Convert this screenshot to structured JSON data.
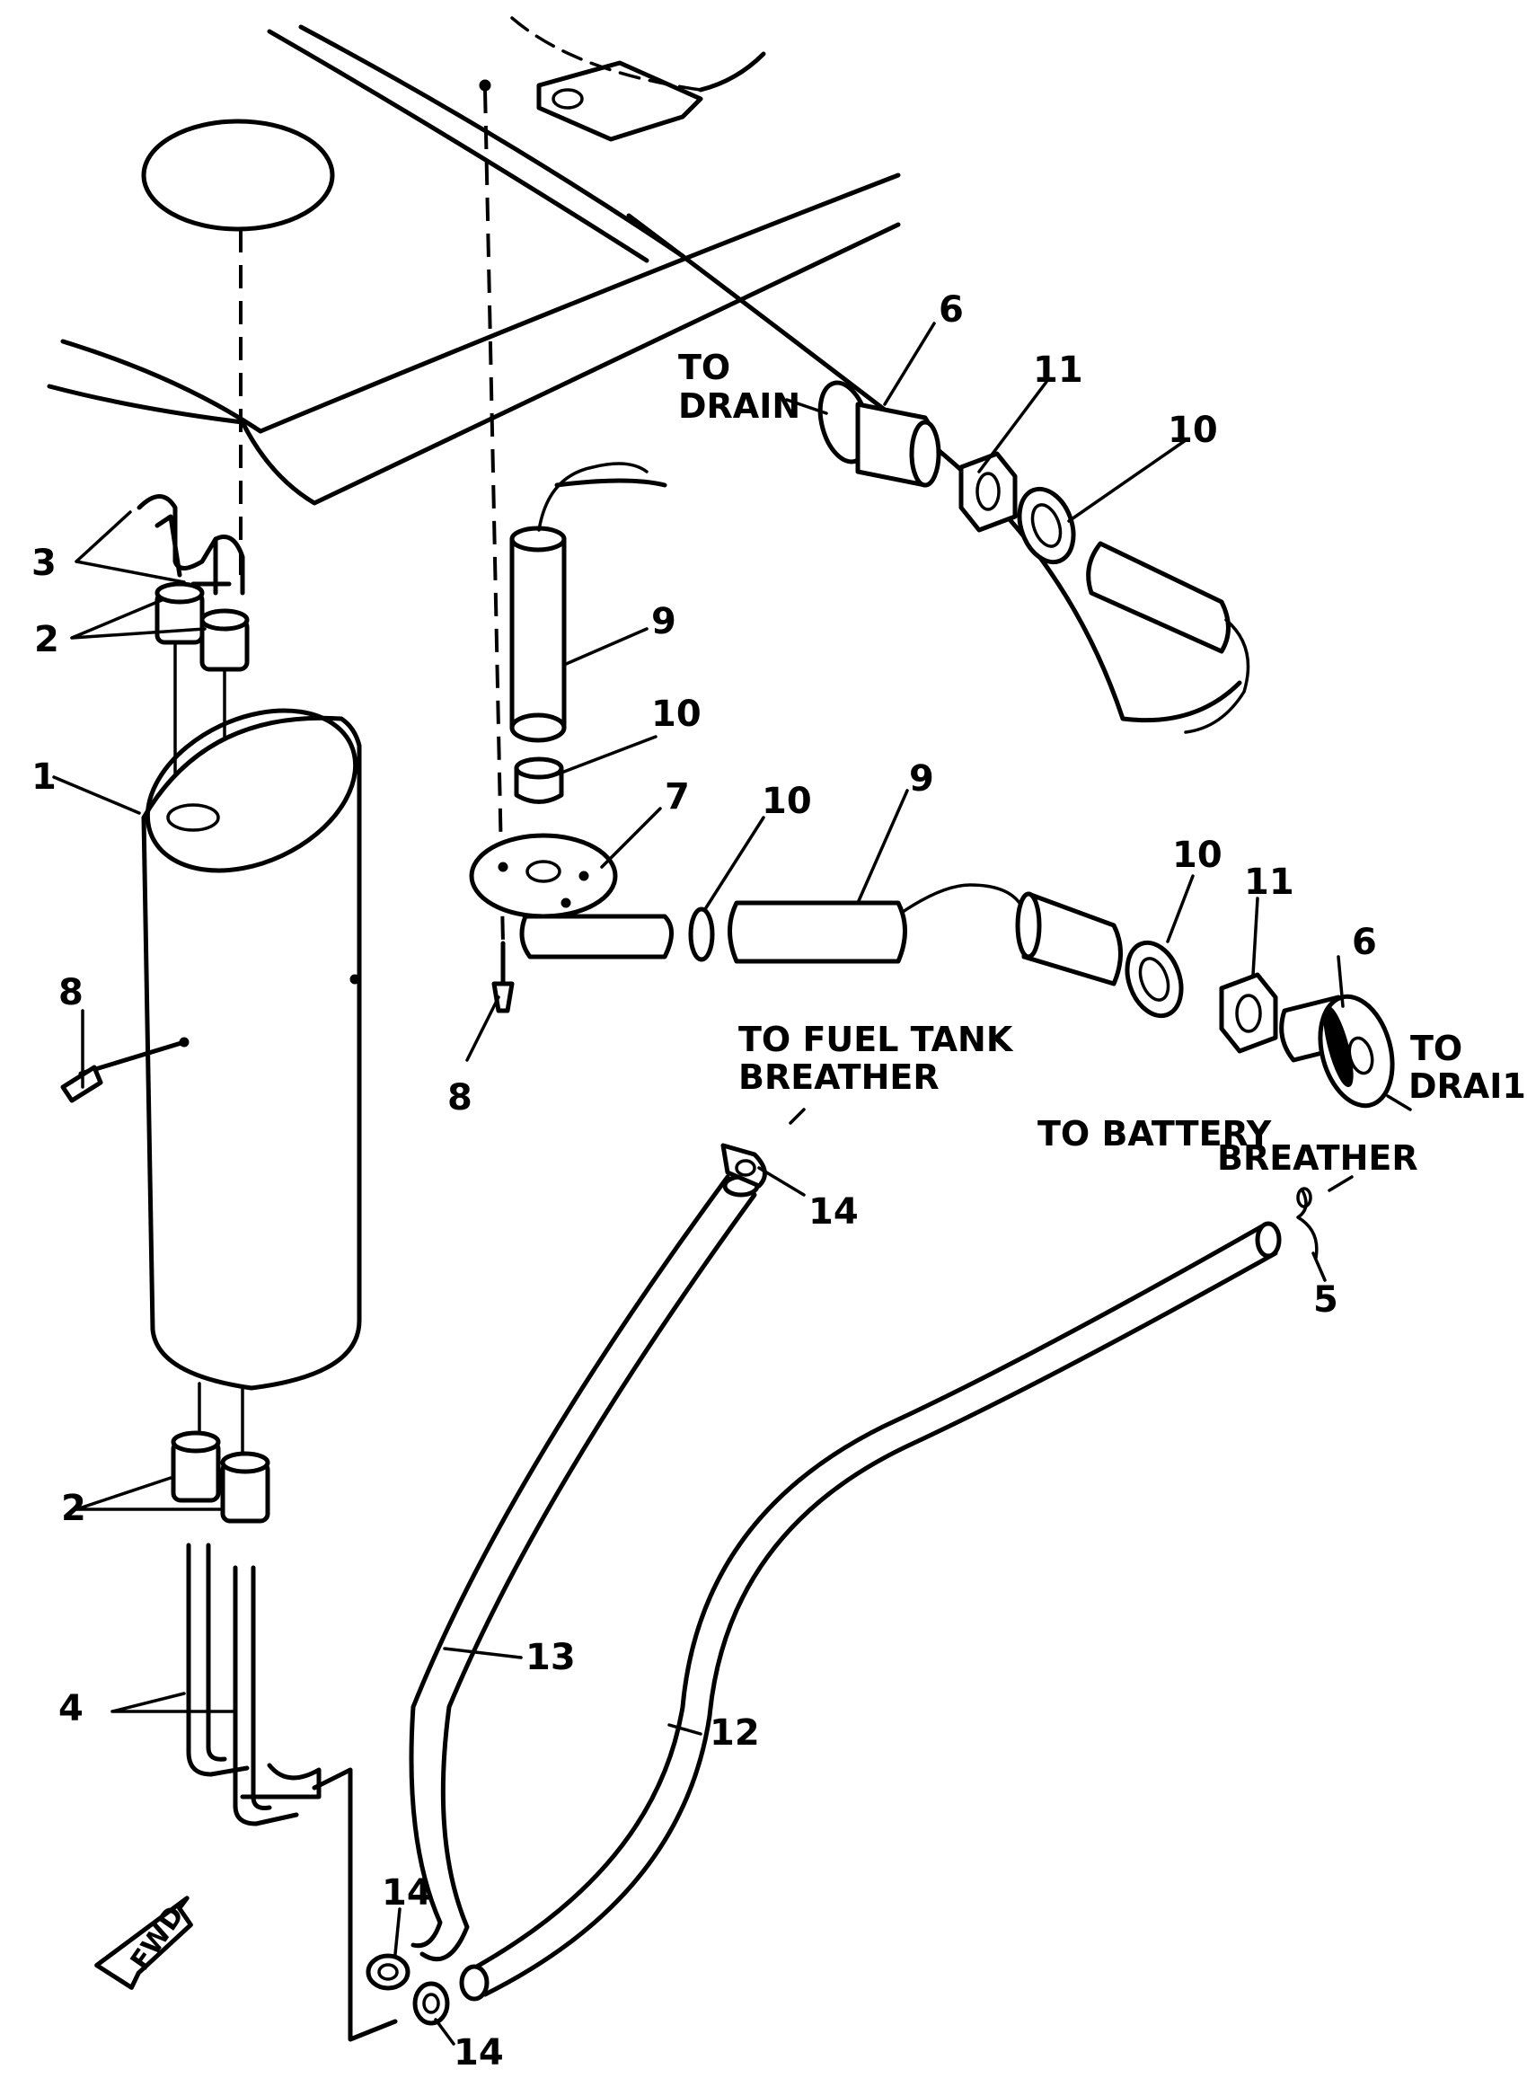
{
  "callouts": [
    "1",
    "2",
    "2",
    "3",
    "4",
    "5",
    "6",
    "6",
    "7",
    "8",
    "8",
    "9",
    "9",
    "10",
    "10",
    "10",
    "10",
    "11",
    "11",
    "12",
    "13",
    "14",
    "14",
    "14"
  ],
  "notes": {
    "to_drain_top": [
      "TO",
      "DRAIN"
    ],
    "to_drain_right": [
      "TO",
      "DRAI1"
    ],
    "fuel_tank_breather": [
      "TO FUEL TANK",
      "BREATHER"
    ],
    "battery_breather": [
      "TO BATTERY",
      "BREATHER"
    ]
  },
  "direction_marker": "FWD"
}
